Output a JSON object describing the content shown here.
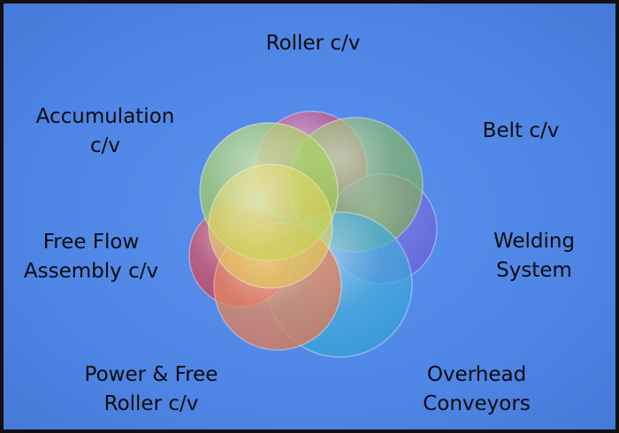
{
  "diagram": {
    "title": "Conveyor Types",
    "petals": [
      {
        "id": "roller",
        "lines": [
          "Roller c/v"
        ],
        "color": "#c2417e"
      },
      {
        "id": "belt",
        "lines": [
          "Belt c/v"
        ],
        "color": "#7fb24a"
      },
      {
        "id": "welding",
        "lines": [
          "Welding",
          "System"
        ],
        "color": "#6b5fd8"
      },
      {
        "id": "overhead",
        "lines": [
          "Overhead",
          "Conveyors"
        ],
        "color": "#33a3d6"
      },
      {
        "id": "power-free",
        "lines": [
          "Power & Free",
          "Roller c/v"
        ],
        "color": "#e27a52"
      },
      {
        "id": "free-flow",
        "lines": [
          "Free Flow",
          "Assembly c/v"
        ],
        "color": "#d23b4e"
      },
      {
        "id": "accumulation",
        "lines": [
          "Accumulation",
          "c/v"
        ],
        "color": "#9fcf4f"
      },
      {
        "id": "center-yellow",
        "lines": [],
        "color": "#e3d24f"
      }
    ]
  }
}
